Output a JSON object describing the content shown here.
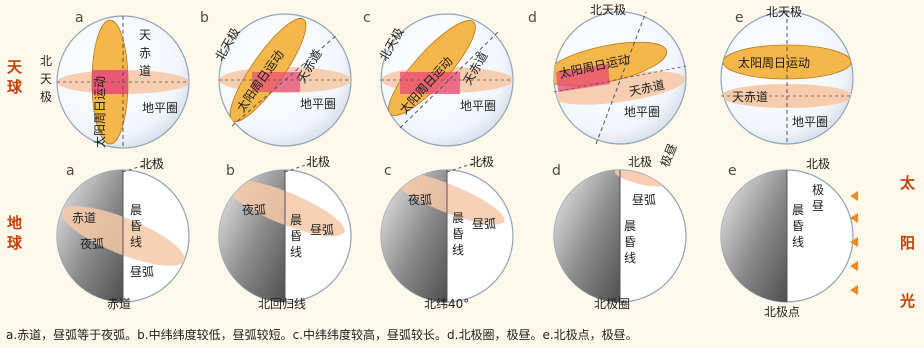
{
  "row_labels": {
    "celestial": "天球",
    "earth": "地球"
  },
  "panel_letters": [
    "a",
    "b",
    "c",
    "d",
    "e"
  ],
  "celestial": {
    "north_pole": "北天极",
    "sun_motion": "太阳周日运动",
    "celestial_equator": "天赤道",
    "horizon": "地平圈"
  },
  "earth": {
    "north_pole": "北极",
    "equator": "赤道",
    "night_arc": "夜弧",
    "day_arc": "昼弧",
    "terminator": "晨昏线",
    "polar_day": "极昼",
    "latitudes": [
      "赤道",
      "北回归线",
      "北纬40°",
      "北极圈",
      "北极点"
    ]
  },
  "sunlight": {
    "label": "太阳光",
    "chars": [
      "太",
      "阳",
      "光"
    ]
  },
  "caption": "a.赤道，昼弧等于夜弧。b.中纬纬度较低，昼弧较短。c.中纬纬度较高，昼弧较长。d.北极圈，极昼。e.北极点，极昼。",
  "colors": {
    "orange": "#f5b74c",
    "magenta": "#e8497a",
    "peach": "#f6c9a8",
    "dark_gray": "#6e6e6e",
    "sun_arrow": "#f08a24"
  }
}
